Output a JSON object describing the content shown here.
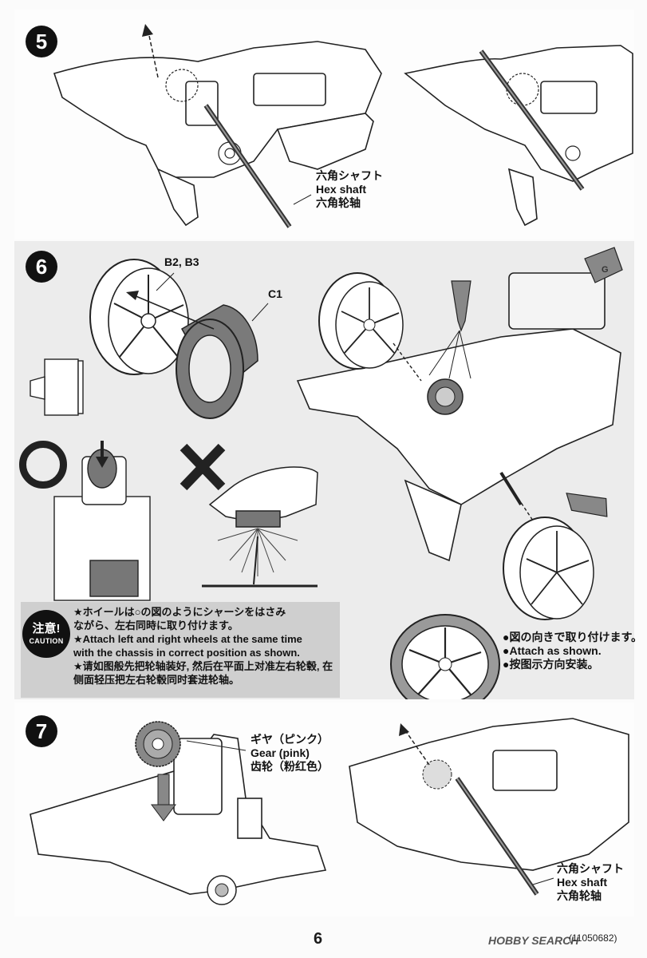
{
  "steps": [
    {
      "number": "5",
      "callouts": [
        {
          "lines": [
            "六角シャフト",
            "Hex shaft",
            "六角轮轴"
          ]
        }
      ]
    },
    {
      "number": "6",
      "part_labels": [
        "B2, B3",
        "C1"
      ],
      "tool_glyph": "G",
      "caution": {
        "badge_jp": "注意!",
        "badge_en": "CAUTION",
        "lines": [
          "★ホイールは○の図のようにシャーシをはさみ",
          "ながら、左右同時に取り付けます。",
          "★Attach left and right wheels at the same time",
          "with the chassis in correct position as shown.",
          "★请如图般先把轮轴装好, 然后在平面上对准左右轮毂, 在",
          "侧面轻压把左右轮毂同时套进轮轴。"
        ]
      },
      "note_lines": [
        "●図の向きで取り付けます。",
        "●Attach as shown.",
        "●按图示方向安装。"
      ]
    },
    {
      "number": "7",
      "callouts": [
        {
          "lines": [
            "ギヤ（ピンク）",
            "Gear (pink)",
            "齿轮（粉红色）"
          ]
        },
        {
          "lines": [
            "六角シャフト",
            "Hex shaft",
            "六角轮轴"
          ]
        }
      ]
    }
  ],
  "footer": {
    "page_number": "6",
    "part_code": "(11050682)",
    "watermark": "HOBBY SEARCH"
  },
  "icons": [
    "ok-circle-icon",
    "ng-cross-icon",
    "arrow-icon",
    "star-bullet",
    "glue-tube-icon"
  ]
}
